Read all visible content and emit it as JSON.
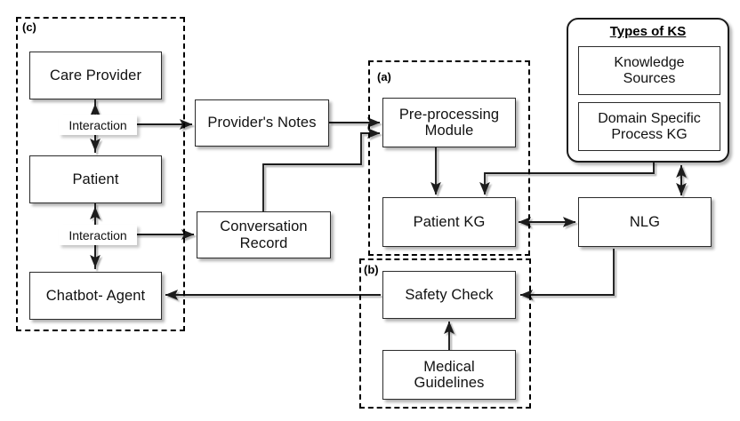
{
  "diagram": {
    "groups": [
      {
        "id": "a",
        "label": "(a)"
      },
      {
        "id": "b",
        "label": "(b)"
      },
      {
        "id": "c",
        "label": "(c)"
      }
    ],
    "nodes": {
      "care_provider": "Care Provider",
      "patient": "Patient",
      "chatbot_agent": "Chatbot- Agent",
      "providers_notes": "Provider's Notes",
      "conversation_record": "Conversation\nRecord",
      "preprocessing_module": "Pre-processing\nModule",
      "patient_kg": "Patient KG",
      "nlg": "NLG",
      "safety_check": "Safety Check",
      "medical_guidelines": "Medical\nGuidelines"
    },
    "knowledge_card": {
      "title": "Types of KS",
      "items": [
        "Knowledge\nSources",
        "Domain Specific\nProcess KG"
      ]
    },
    "edge_labels": {
      "interaction_top": "Interaction",
      "interaction_bottom": "Interaction"
    },
    "colors": {
      "stroke": "#2b2b2b",
      "background": "#ffffff",
      "dashed": "#000000"
    }
  }
}
